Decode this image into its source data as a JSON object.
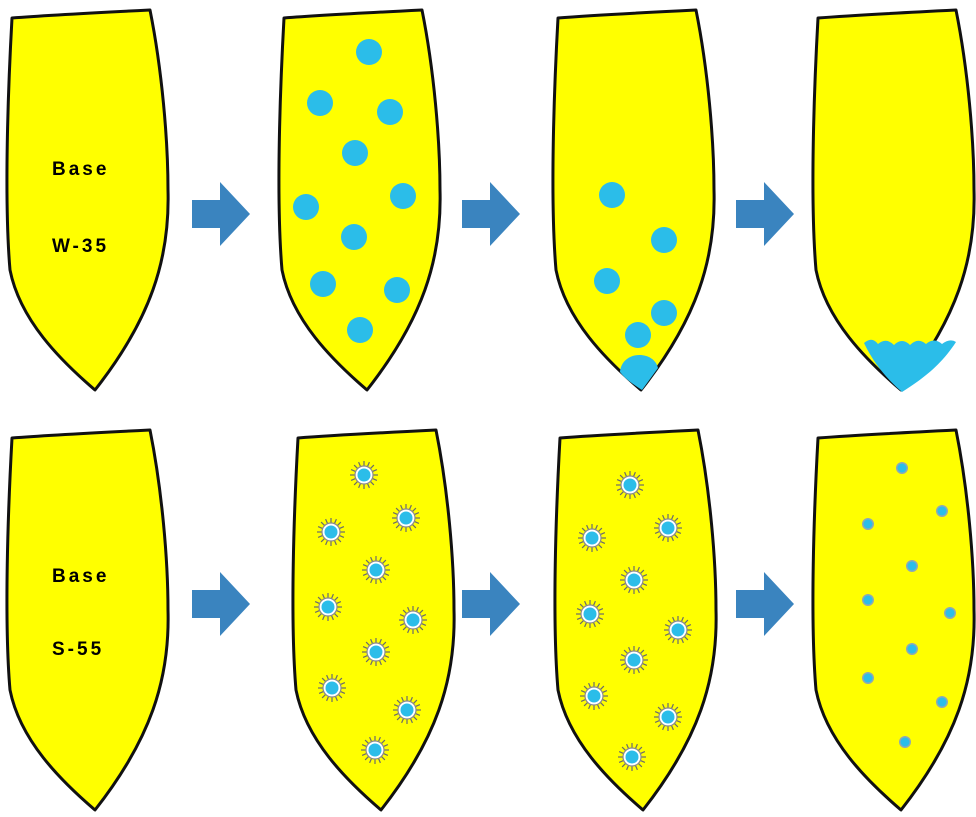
{
  "colors": {
    "vial_fill": "#ffff00",
    "vial_outline": "#111111",
    "droplet": "#2bbde9",
    "arrow": "#3a84bf"
  },
  "rows": [
    {
      "id": "w35",
      "label_line1": "Base",
      "label_line2": "W-35",
      "droplet_type": "plain",
      "stages": [
        "empty",
        "dispersed",
        "settling",
        "coalesced-bottom-layer"
      ]
    },
    {
      "id": "s55",
      "label_line1": "Base",
      "label_line2": "S-55",
      "droplet_type": "spiky-surfactant-coated",
      "stages": [
        "empty",
        "dispersed",
        "dispersed",
        "small-dispersed"
      ]
    }
  ]
}
